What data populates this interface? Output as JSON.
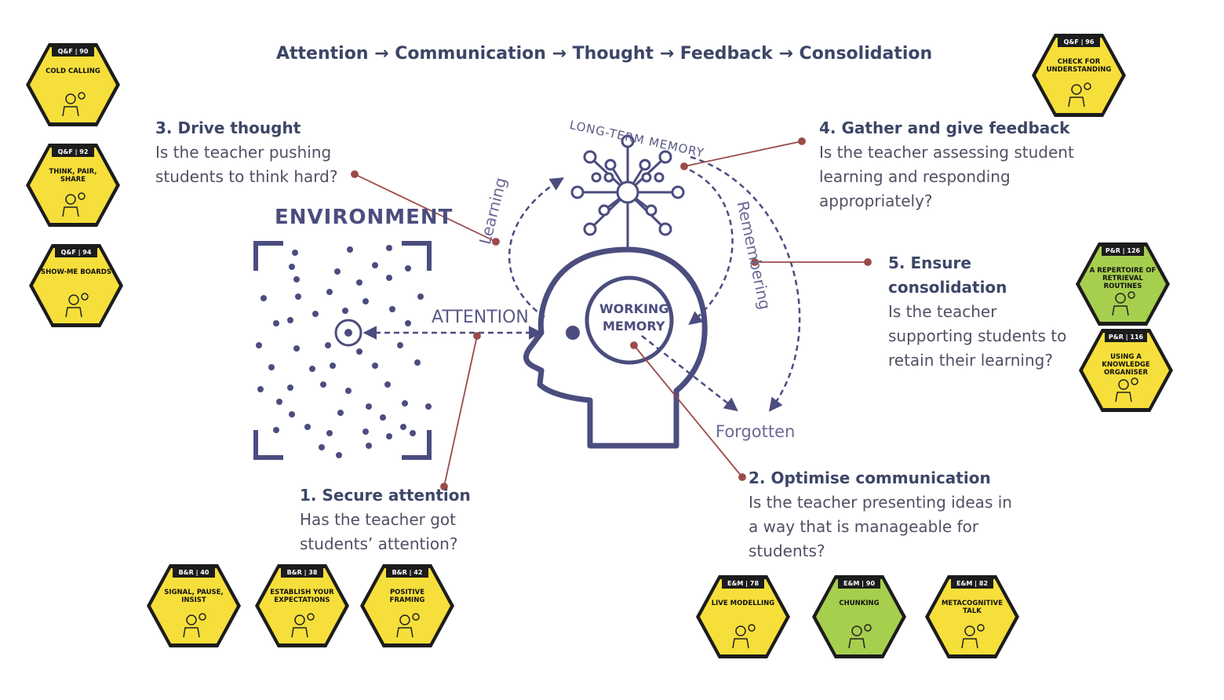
{
  "flow_title": "Attention → Communication → Thought → Feedback → Consolidation",
  "diagram": {
    "environment": "ENVIRONMENT",
    "attention": "ATTENTION",
    "learning": "Learning",
    "remembering": "Remembering",
    "long_term_memory": "LONG-TERM MEMORY",
    "working_memory_line1": "WORKING",
    "working_memory_line2": "MEMORY",
    "forgotten": "Forgotten"
  },
  "steps": [
    {
      "heading": "3. Drive thought",
      "lines": [
        "Is the teacher pushing",
        "students to think hard?"
      ]
    },
    {
      "heading": "4. Gather and give feedback",
      "lines": [
        "Is the teacher assessing student",
        "learning and responding",
        "appropriately?"
      ]
    },
    {
      "heading_lines": [
        "5. Ensure",
        "consolidation"
      ],
      "lines": [
        "Is the teacher",
        "supporting students to",
        "retain their learning?"
      ]
    },
    {
      "heading": "1. Secure attention",
      "lines": [
        "Has the teacher got",
        "students’ attention?"
      ]
    },
    {
      "heading": "2. Optimise communication",
      "lines": [
        "Is the teacher presenting ideas in",
        "a way that is manageable for",
        "students?"
      ]
    }
  ],
  "cards": [
    {
      "code": "Q&F | 90",
      "title": "COLD CALLING",
      "color": "#f6df3a"
    },
    {
      "code": "Q&F | 92",
      "title": "THINK, PAIR, SHARE",
      "color": "#f6df3a"
    },
    {
      "code": "Q&F | 94",
      "title": "SHOW-ME BOARDS",
      "color": "#f6df3a"
    },
    {
      "code": "Q&F | 96",
      "title": "CHECK FOR UNDERSTANDING",
      "color": "#f6df3a"
    },
    {
      "code": "P&R | 126",
      "title": "A REPERTOIRE OF RETRIEVAL ROUTINES",
      "color": "#a6cf4e"
    },
    {
      "code": "P&R | 116",
      "title": "USING A KNOWLEDGE ORGANISER",
      "color": "#f6df3a"
    },
    {
      "code": "B&R | 40",
      "title": "SIGNAL, PAUSE, INSIST",
      "color": "#f6df3a"
    },
    {
      "code": "B&R | 38",
      "title": "ESTABLISH YOUR EXPECTATIONS",
      "color": "#f6df3a"
    },
    {
      "code": "B&R | 42",
      "title": "POSITIVE FRAMING",
      "color": "#f6df3a"
    },
    {
      "code": "E&M | 78",
      "title": "LIVE MODELLING",
      "color": "#f6df3a"
    },
    {
      "code": "E&M | 90",
      "title": "CHUNKING",
      "color": "#a6cf4e"
    },
    {
      "code": "E&M | 82",
      "title": "METACOGNITIVE TALK",
      "color": "#f6df3a"
    }
  ],
  "colors": {
    "navy": "#4b4d7f",
    "connector": "#9b4a4a",
    "yellow": "#f6df3a",
    "green": "#a6cf4e"
  }
}
